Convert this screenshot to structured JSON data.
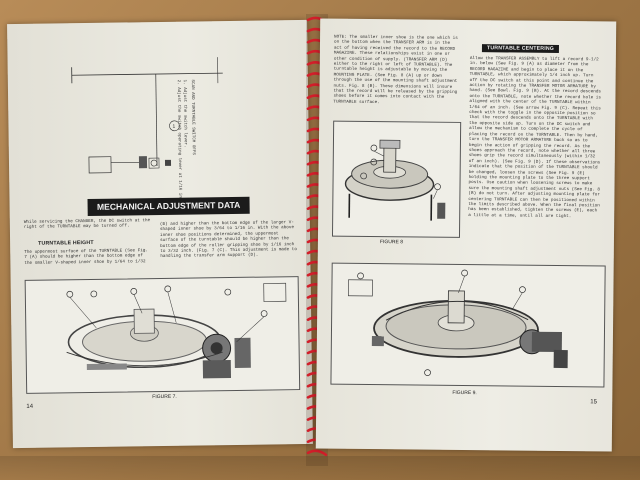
{
  "left_page": {
    "heading": "MECHANICAL ADJUSTMENT DATA",
    "subheading": "TURNTABLE HEIGHT",
    "page_number": "14",
    "figure_caption": "FIGURE 7.",
    "intro_text": "While servicing the CHANGER, the DC switch at the right of the TURNTABLE may be turned off.",
    "col1_text": "The uppermost surface of the TURNTABLE (See Fig. 7 (A) should be higher than the bottom edge of the smaller V-shaped inner shoe by 1/64 to 1/32",
    "col2_text": "(B) and higher than the bottom edge of the larger V-shaped inner shoe by 3/64 to 1/16 in. With the above inner shoe positions determined, the uppermost surface of the turntable should be higher than the bottom edge of the roller gripping shoe by 1/16 inch to 3/32 inch. (Fig. 7 (C). This adjustment is made to handling the transfer arm support (D).",
    "rotated_heading": "SCAN AND TURNTABLE SWITCH OFFS",
    "rotated_item1": "1. Adjust the switch lever.",
    "rotated_item2": "2. Adjust the switch operating lever at 1/16 inch."
  },
  "right_page": {
    "page_number": "15",
    "subheading": "TURNTABLE CENTERING",
    "figure8_caption": "FIGURE 8",
    "figure9_caption": "FIGURE 9.",
    "col1_text": "NOTE: The smaller inner shoe is the one which is on the bottom when the TRANSFER ARM is in the act of having received the record to the RECORD MAGAZINE. These relationships exist in one or other condition of supply. (TRANSFER ARM (D) either to the right or left of TURNTABLE). The turntable height is adjustable by moving the MOUNTING PLATE. (See Fig. 8 (A) up or down through the use of the mounting shaft adjustment nuts. Fig. 8 (B). These dimensions will insure that the record will be released by the gripping shoes before it comes into contact with the TURNTABLE surface.",
    "col2_text": "Allow the TRANSFER ASSEMBLY to lift a record 9-1/2 in. below (See Fig. 9 (A) as diameter from the RECORD MAGAZINE and begin to place it on the TURNTABLE, which approximately 1/4 inch up. Turn off the DC switch at this point and continue the action by rotating the TRANSFER MOTOR ARMATURE by hand. (See Bowl. Fig. 9 (B). At the record descends onto the TURNTABLE, note whether the record hole is aligned with the center of the TURNTABLE within 1/64 of an inch. (See arrow Fig. 9 (C). Repeat this check with the toggle in the opposite position so that the record descends onto the TURNTABLE with the opposite side up. Turn on the DC switch and allow the mechanism to complete the cycle of placing the record on the TURNTABLE. Then by hand, turn the TRANSFER MOTOR ARMATURE back so as to begin the action of gripping the record. As the shoes approach the record, note whether all three shoes grip the record simultaneously (within 1/32 of an inch). (See Fig. 9 (D). If these observations indicate that the position of the TURNTABLE should be changed, loosen the screws (See Fig. 9 (E) holding the mounting plate to the three support posts. Use caution when loosening screws to make sure the mounting shaft adjustment nuts (See Fig. 8 (B) do not turn. After adjusting mounting plate for centering TURNTABLE can then be positioned within the limits described above. When the final position has been established, tighten the screws (E), each a little at a time, until all are tight."
  }
}
